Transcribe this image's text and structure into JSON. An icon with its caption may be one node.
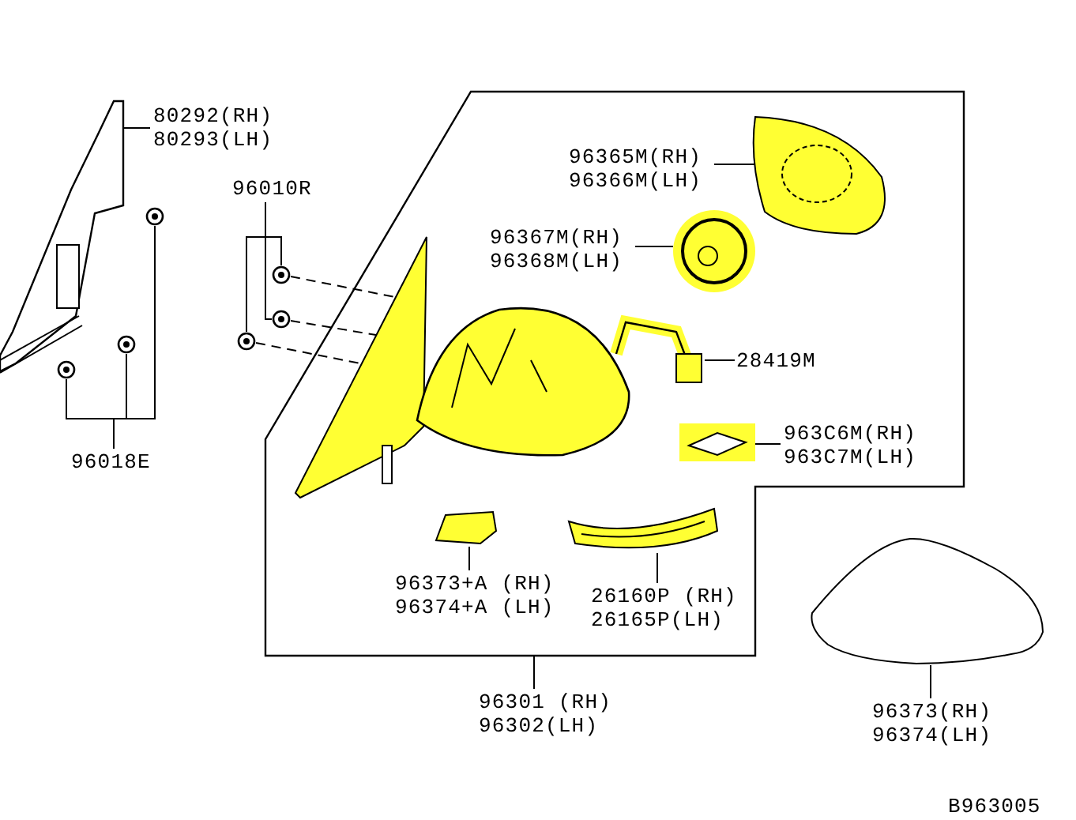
{
  "diagram": {
    "nodes": [
      {
        "text": [
          "80292(RH)",
          "80293(LH)"
        ]
      },
      {
        "text": [],
        "shape": "picture"
      },
      {
        "text": [
          "96010R"
        ]
      },
      {
        "text": [],
        "shape": "picture"
      },
      {
        "text": [],
        "shape": "picture"
      },
      {
        "text": [],
        "shape": "picture"
      },
      {
        "text": [
          "96018E"
        ]
      },
      {
        "text": [],
        "shape": "picture"
      },
      {
        "text": [],
        "shape": "picture"
      },
      {
        "text": [],
        "shape": "picture"
      },
      {
        "text": [],
        "shape": "box"
      },
      {
        "text": [
          "96301 (RH)",
          "96302(LH)"
        ]
      },
      {
        "text": [
          "96365M(RH)",
          "96366M(LH)"
        ],
        "in": 10
      },
      {
        "text": [],
        "shape": "picture",
        "in": 10
      },
      {
        "text": [
          "96367M(RH)",
          "96368M(LH)"
        ],
        "in": 10
      },
      {
        "text": [],
        "shape": "picture",
        "in": 10
      },
      {
        "text": [],
        "shape": "picture",
        "in": 10
      },
      {
        "text": [],
        "shape": "picture",
        "in": 10
      },
      {
        "text": [
          "28419M"
        ],
        "in": 10
      },
      {
        "text": [],
        "shape": "picture",
        "in": 10
      },
      {
        "text": [
          "963C6M(RH)",
          "963C7M(LH)"
        ],
        "in": 10
      },
      {
        "text": [],
        "shape": "picture",
        "in": 10
      },
      {
        "text": [
          "96373+A (RH)",
          "96374+A (LH)"
        ],
        "in": 10
      },
      {
        "text": [],
        "shape": "picture",
        "in": 10
      },
      {
        "text": [
          "26160P (RH)",
          "26165P(LH)"
        ],
        "in": 10
      },
      {
        "text": [],
        "shape": "picture"
      },
      {
        "text": [
          "96373(RH)",
          "96374(LH)"
        ]
      }
    ],
    "edges": [
      {
        "from": 0,
        "to": 1,
        "arrow": "none"
      },
      {
        "from": 2,
        "to": 3,
        "arrow": "none"
      },
      {
        "from": 2,
        "to": 4,
        "arrow": "none"
      },
      {
        "from": 2,
        "to": 5,
        "arrow": "none"
      },
      {
        "from": 3,
        "to": 16,
        "arrow": "none",
        "style": "dashed"
      },
      {
        "from": 4,
        "to": 16,
        "arrow": "none",
        "style": "dashed"
      },
      {
        "from": 5,
        "to": 16,
        "arrow": "none",
        "style": "dashed"
      },
      {
        "from": 6,
        "to": 7,
        "arrow": "none"
      },
      {
        "from": 6,
        "to": 8,
        "arrow": "none"
      },
      {
        "from": 6,
        "to": 9,
        "arrow": "none"
      },
      {
        "from": 11,
        "to": 10,
        "arrow": "none"
      },
      {
        "from": 12,
        "to": 13,
        "arrow": "none"
      },
      {
        "from": 14,
        "to": 15,
        "arrow": "none"
      },
      {
        "from": 18,
        "to": 17,
        "arrow": "none"
      },
      {
        "from": 20,
        "to": 19,
        "arrow": "none"
      },
      {
        "from": 22,
        "to": 21,
        "arrow": "none"
      },
      {
        "from": 24,
        "to": 23,
        "arrow": "none"
      },
      {
        "from": 26,
        "to": 25,
        "arrow": "none"
      }
    ],
    "labels": [
      "B963005"
    ]
  }
}
